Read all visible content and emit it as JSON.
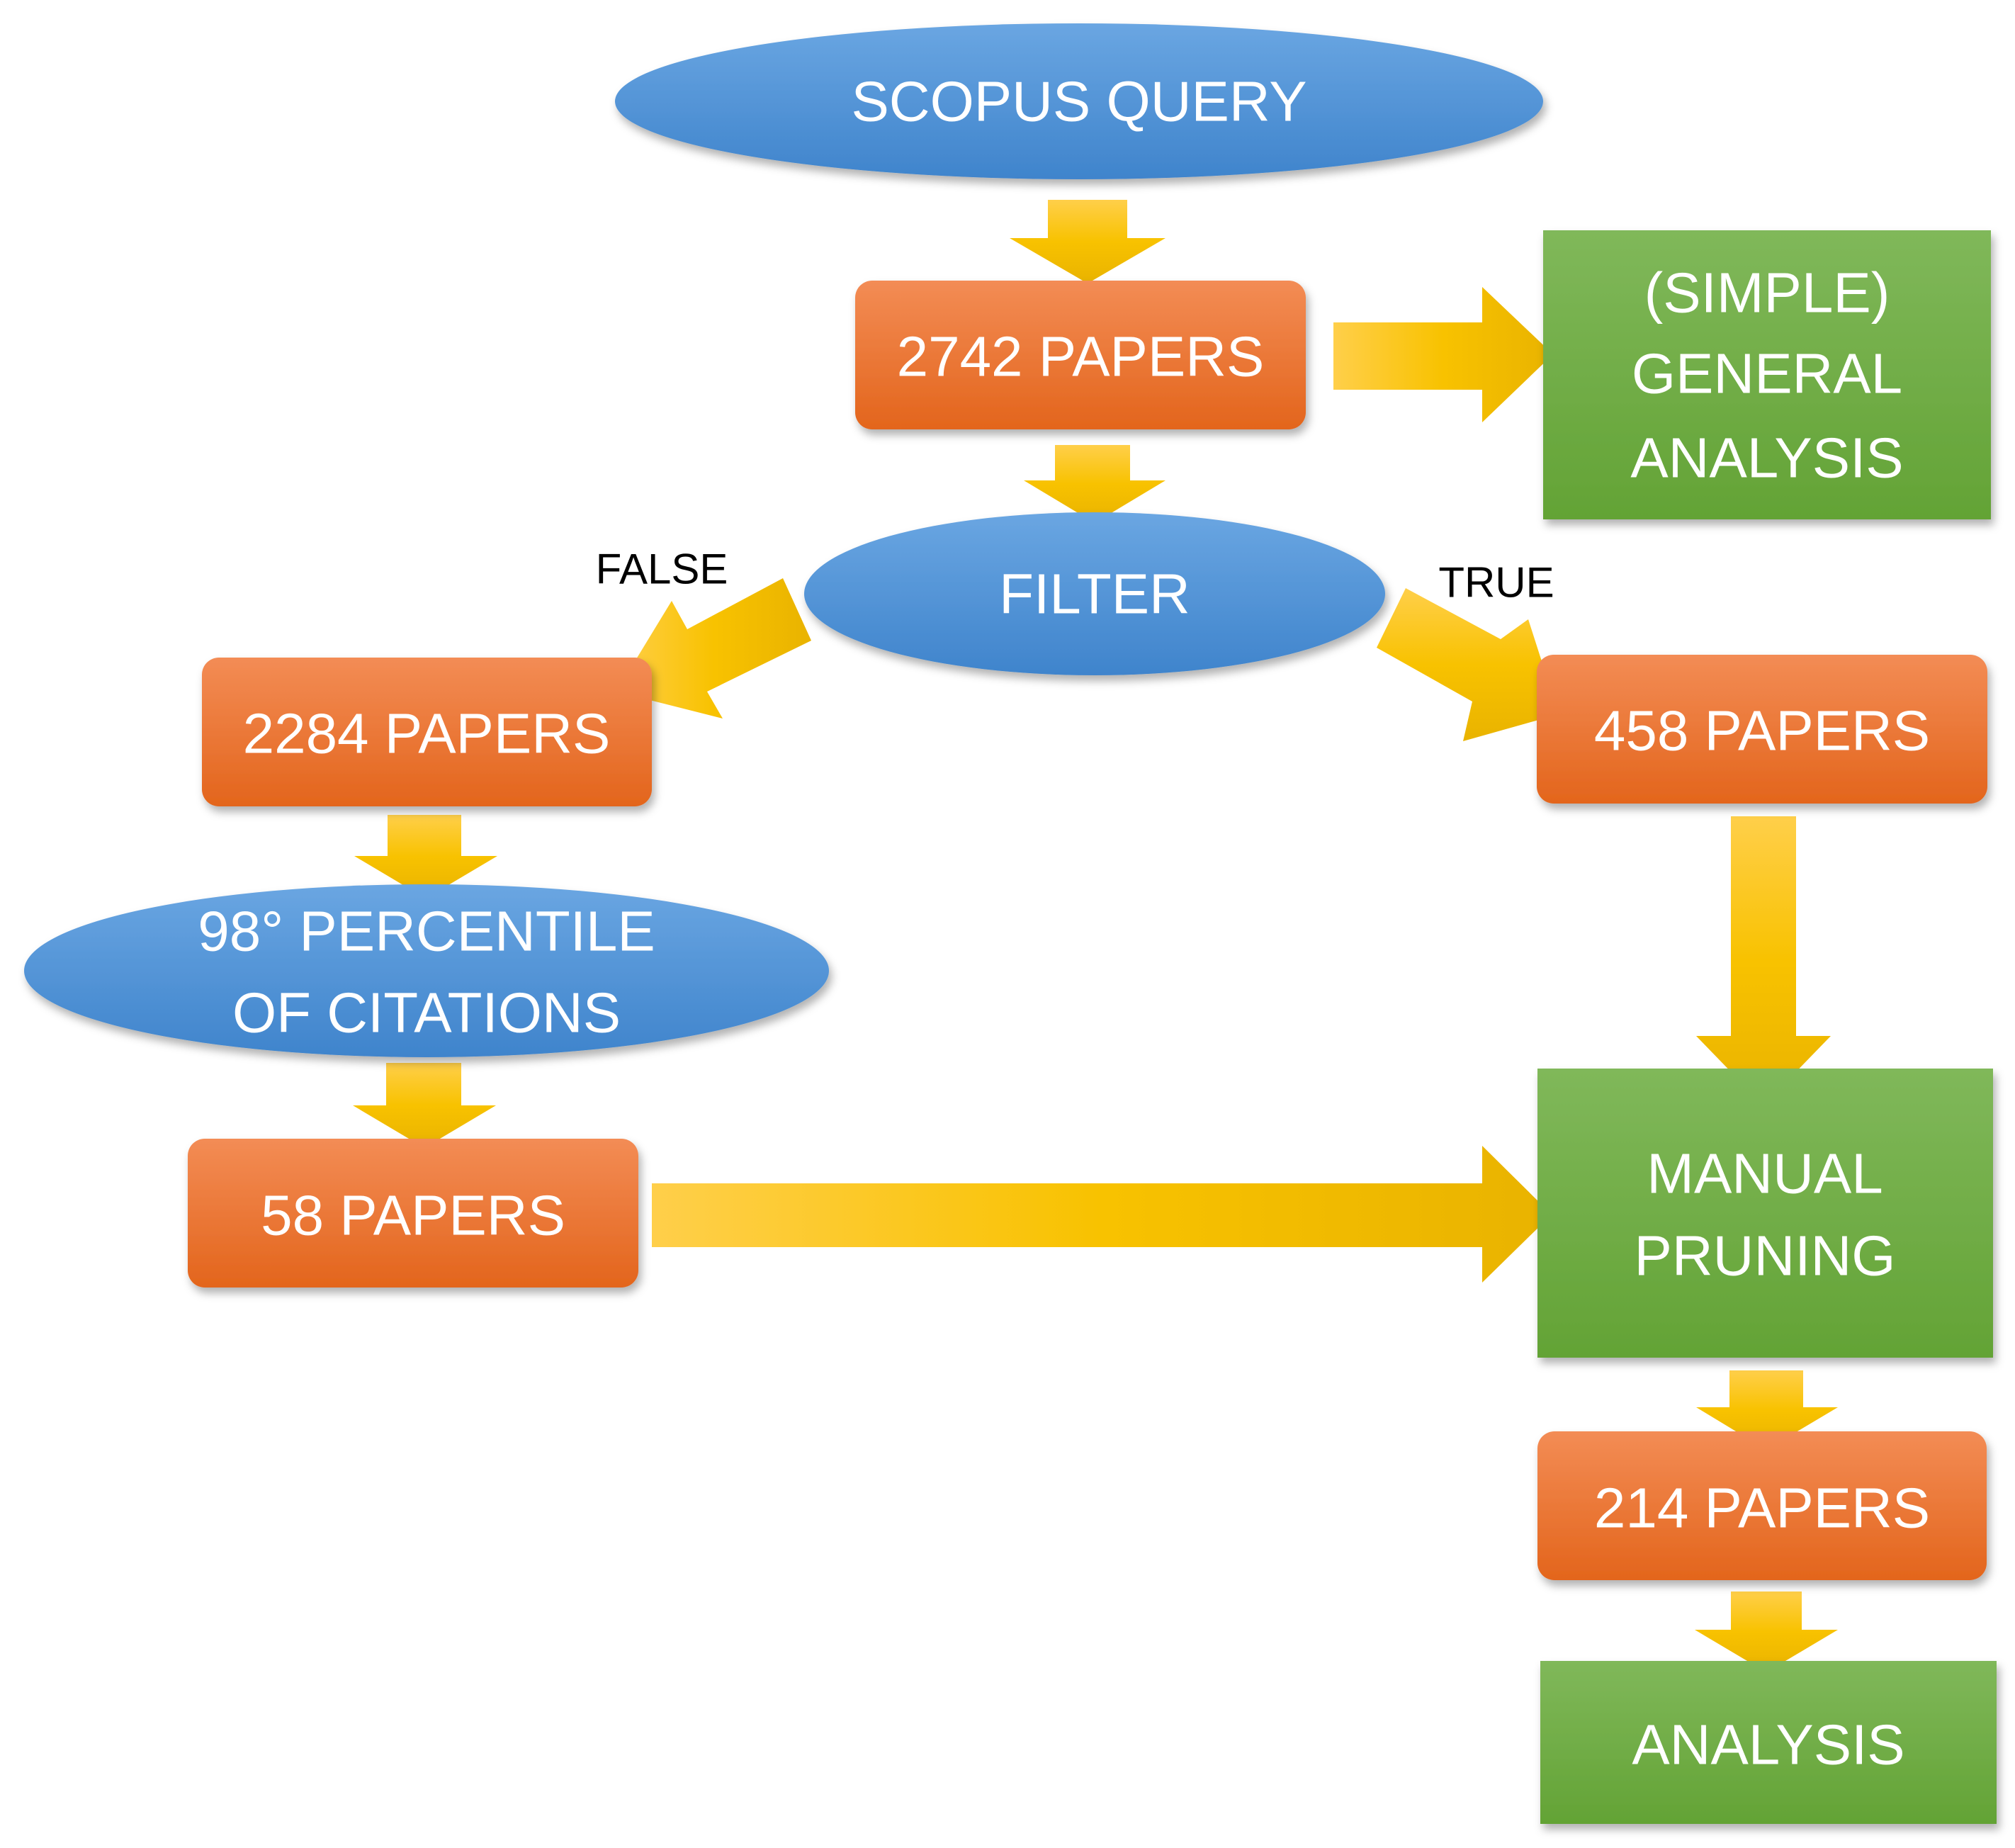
{
  "diagram": {
    "nodes": {
      "scopus_query": "SCOPUS QUERY",
      "papers_2742": "2742 PAPERS",
      "general_analysis": [
        "(SIMPLE)",
        "GENERAL",
        "ANALYSIS"
      ],
      "filter": "FILTER",
      "papers_2284": "2284 PAPERS",
      "papers_458": "458 PAPERS",
      "percentile": [
        "98° PERCENTILE",
        "OF CITATIONS"
      ],
      "papers_58": "58 PAPERS",
      "manual_pruning": [
        "MANUAL",
        "PRUNING"
      ],
      "papers_214": "214 PAPERS",
      "analysis": "ANALYSIS"
    },
    "branch_labels": {
      "false": "FALSE",
      "true": "TRUE"
    },
    "colors": {
      "ellipse": "#4a8fd4",
      "process": "#ec7428",
      "output": "#6cae40",
      "arrow": "#f7c000",
      "text": "#ffffff",
      "label": "#000000"
    }
  }
}
